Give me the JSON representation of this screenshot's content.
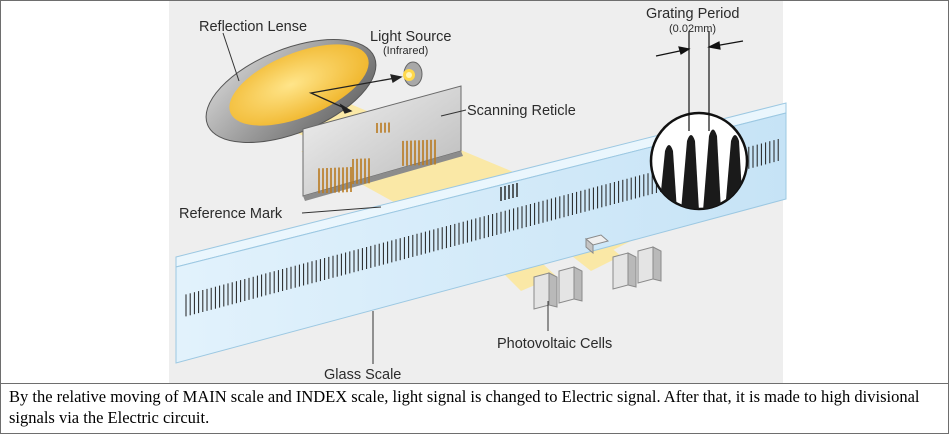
{
  "labels": {
    "reflection_lens": "Reflection Lense",
    "light_source": "Light Source",
    "light_source_sub": "(Infrared)",
    "scanning_reticle": "Scanning Reticle",
    "grating_period": "Grating Period",
    "grating_period_value": "(0.02mm)",
    "reference_mark": "Reference Mark",
    "photovoltaic_cells": "Photovoltaic Cells",
    "glass_scale": "Glass Scale"
  },
  "caption": "By the relative moving of MAIN scale and INDEX scale, light signal is changed to Electric signal.  After that, it is made to high divisional signals via the Electric circuit.",
  "colors": {
    "background": "#eeeeee",
    "glass": "#d7ecf9",
    "light_beam": "#fde79a",
    "lens_gold": "#f3bf3a",
    "graduation": "#1f1f1f"
  }
}
